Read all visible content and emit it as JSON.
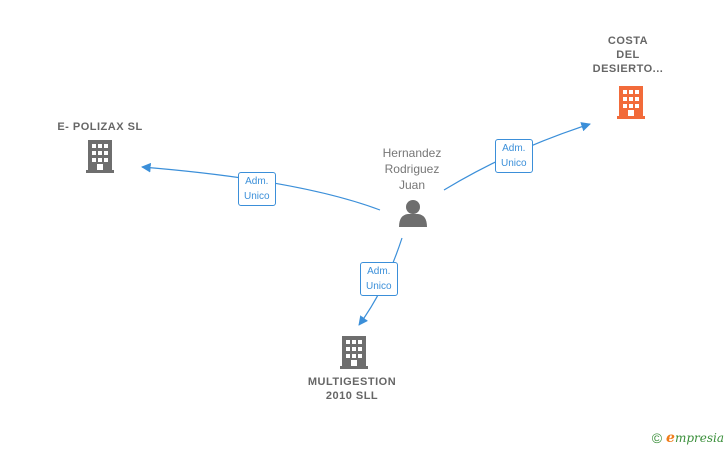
{
  "nodes": {
    "costa": {
      "label": "COSTA\nDEL\nDESIERTO...",
      "color": "#f26b3a",
      "icon": "building-icon"
    },
    "epolizax": {
      "label": "E- POLIZAX  SL",
      "color": "#6e6e6e",
      "icon": "building-icon"
    },
    "multigestion": {
      "label": "MULTIGESTION\n2010  SLL",
      "color": "#6e6e6e",
      "icon": "building-icon"
    },
    "person": {
      "label": "Hernandez\nRodriguez\nJuan",
      "color": "#6e6e6e",
      "icon": "person-icon"
    }
  },
  "edges": {
    "to_costa": "Adm.\nUnico",
    "to_epolizax": "Adm.\nUnico",
    "to_multigestion": "Adm.\nUnico"
  },
  "colors": {
    "edge": "#3b8fd9"
  },
  "watermark": {
    "copyright": "©",
    "brand_initial": "e",
    "brand_rest": "mpresia"
  }
}
